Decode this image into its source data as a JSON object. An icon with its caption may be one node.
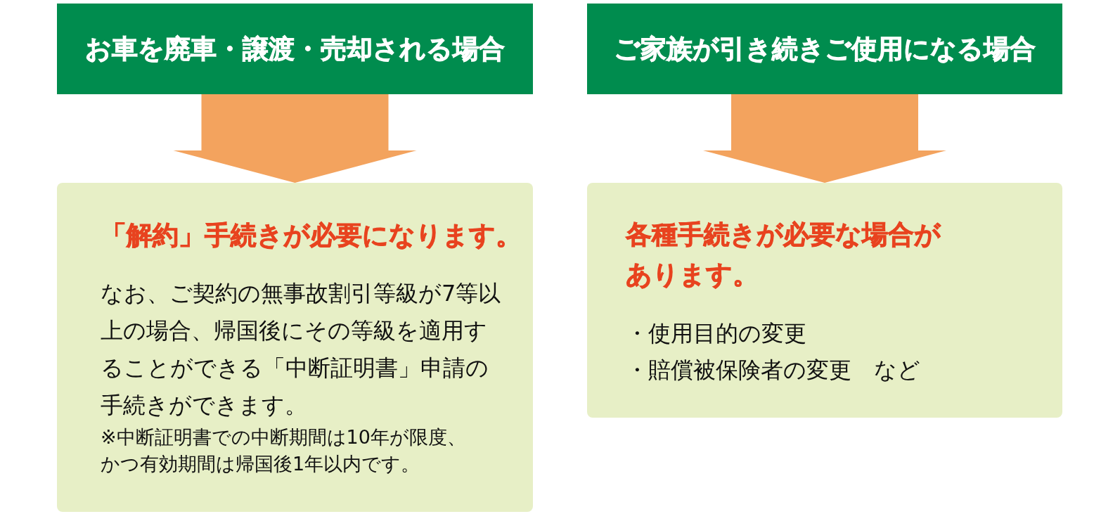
{
  "diagram": {
    "nodes": [
      {
        "text": [
          "お車を廃車・譲渡・売却される場合"
        ]
      },
      {
        "text": [
          "「解約」手続きが必要になります。",
          "なお、ご契約の無事故割引等級が7等以上の場合、帰国後にその等級を適用することができる「中断証明書」申請の手続きができます。",
          "※中断証明書での中断期間は10年が限度、かつ有効期間は帰国後1年以内です。"
        ]
      },
      {
        "text": [
          "ご家族が引き続きご使用になる場合"
        ]
      },
      {
        "text": [
          "各種手続きが必要な場合があります。",
          "・使用目的の変更",
          "・賠償被保険者の変更　など"
        ]
      }
    ],
    "edges": [
      {
        "from": 0,
        "to": 1,
        "arrow": "to"
      },
      {
        "from": 2,
        "to": 3,
        "arrow": "to"
      }
    ]
  }
}
